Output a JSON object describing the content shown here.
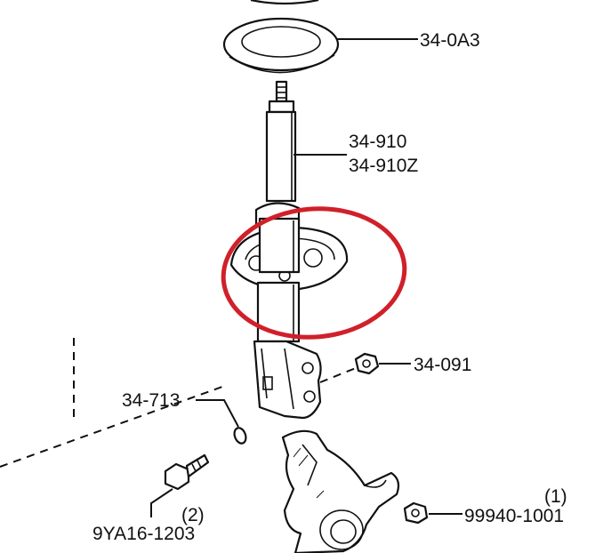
{
  "highlight_color": "#d0202a",
  "line_color": "#111111",
  "labels": {
    "upper_seat": "34-0A3",
    "strut_a": "34-910",
    "strut_b": "34-910Z",
    "nut": "34-091",
    "washer": "34-713",
    "bolt": "9YA16-1203",
    "bolt_qty": "(2)",
    "flange_nut": "99940-1001",
    "flange_nut_qty": "(1)"
  }
}
